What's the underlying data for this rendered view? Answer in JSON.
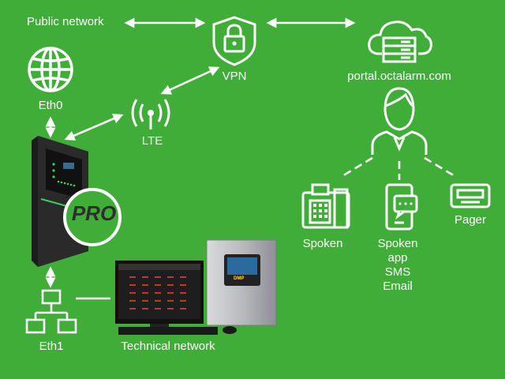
{
  "labels": {
    "public_network": "Public network",
    "eth0": "Eth0",
    "vpn": "VPN",
    "portal": "portal.octalarm.com",
    "lte": "LTE",
    "spoken": "Spoken",
    "spoken_app": [
      "Spoken",
      "app",
      "SMS",
      "Email"
    ],
    "pager": "Pager",
    "eth1": "Eth1",
    "technical_network": "Technical network"
  },
  "device": {
    "badge": "PRO",
    "dmp_logo": "DMP"
  },
  "colors": {
    "background": "#3fad38",
    "foreground": "#ffffff",
    "device_body": "#1c1c1c",
    "device_led": "#3cd35a"
  },
  "icons": [
    "globe-icon",
    "vpn-shield-lock-icon",
    "cloud-server-icon",
    "lte-antenna-icon",
    "user-person-icon",
    "desk-phone-icon",
    "smartphone-icon",
    "pager-icon",
    "network-topology-icon"
  ]
}
